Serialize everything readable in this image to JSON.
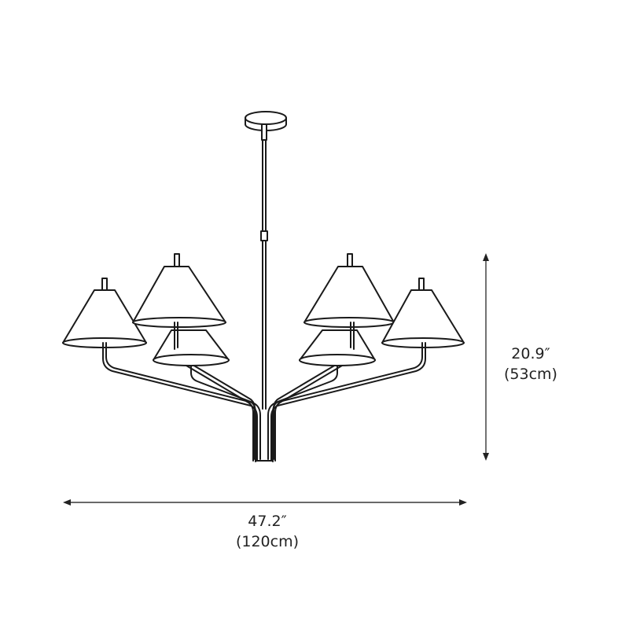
{
  "figure": {
    "subject": "Six-light chandelier with conical shades — dimension drawing",
    "line_color": "#1a1a1a",
    "dimension_line_color": "#555555"
  },
  "dimensions": {
    "height": {
      "imperial": "20.9″",
      "metric": "(53cm)"
    },
    "width": {
      "imperial": "47.2″",
      "metric": "(120cm)"
    }
  },
  "components": [
    "ceiling-canopy",
    "downrod",
    "rod-coupler",
    "arms",
    "lamp-shades"
  ],
  "shade_count": 6
}
